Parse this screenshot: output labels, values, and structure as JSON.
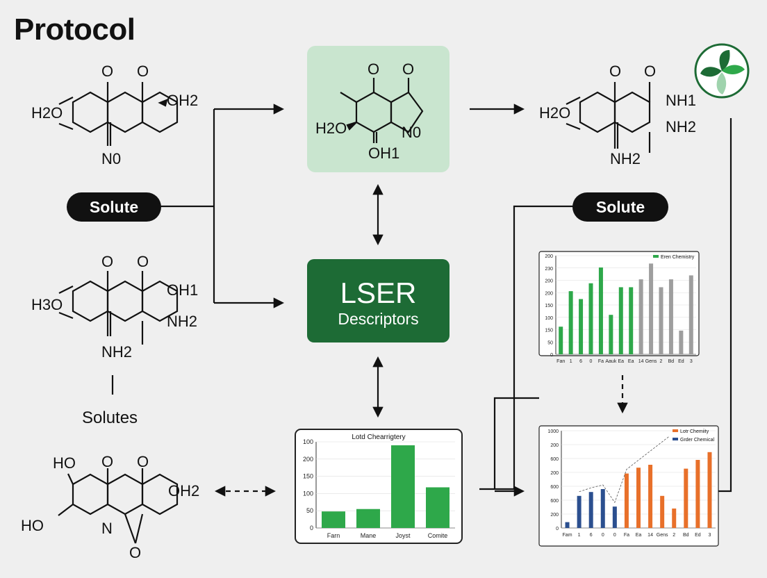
{
  "title": "Protocol",
  "pills": {
    "solute_left": "Solute",
    "solute_right": "Solute"
  },
  "solutes_label": "Solutes",
  "lser": {
    "line1": "LSER",
    "line2": "Descriptors"
  },
  "molecules": {
    "m1": {
      "o_left": "O",
      "o_right": "O",
      "oh": "OH2",
      "h2o": "H2O",
      "n": "N0"
    },
    "m2": {
      "o_a": "O",
      "o_b": "O",
      "h2o": "H2O",
      "n": "N0",
      "oh": "OH1"
    },
    "m3": {
      "o_left": "O",
      "o_right": "O",
      "h2o": "H2O",
      "nh_top": "NH1",
      "nh_bot": "NH2",
      "nh_low": "NH2"
    },
    "m4": {
      "o_left": "O",
      "o_right": "O",
      "h3o": "H3O",
      "oh": "OH1",
      "nh": "NH2",
      "nh_low": "NH2"
    },
    "m5": {
      "ho_top": "HO",
      "o_left": "O",
      "o_right": "O",
      "oh": "OH2",
      "ho_bot": "HO",
      "n": "N",
      "o_bot": "O"
    }
  },
  "colors": {
    "dark_green": "#1d6b35",
    "light_green": "#c9e5cf",
    "bar_green": "#2ea84a",
    "bar_gray": "#9e9e9e",
    "bar_blue": "#2b4f8f",
    "bar_orange": "#e8702a"
  },
  "icons": {
    "logo": "leaf-logo-icon"
  },
  "chart_data": [
    {
      "type": "bar",
      "title": "Lotd Chearrigtery",
      "categories": [
        "Farn",
        "Mane",
        "Joyst",
        "Comite"
      ],
      "values": [
        48,
        55,
        240,
        118
      ],
      "yticks": [
        "100",
        "200",
        "150",
        "100",
        "50",
        "0"
      ],
      "ylim": [
        0,
        250
      ],
      "color": "#2ea84a"
    },
    {
      "type": "bar",
      "legend": "Eren Chemistry",
      "legend_position": "top-right",
      "categories": [
        "Fan",
        "1",
        "6",
        "0",
        "Fa",
        "Aauk",
        "Ea",
        "Ea",
        "14",
        "Gens",
        "2",
        "Bd",
        "Ed",
        "3"
      ],
      "values": [
        70,
        160,
        140,
        180,
        220,
        100,
        170,
        170,
        190,
        230,
        170,
        190,
        60,
        200
      ],
      "bar_colors": [
        "#2ea84a",
        "#2ea84a",
        "#2ea84a",
        "#2ea84a",
        "#2ea84a",
        "#2ea84a",
        "#2ea84a",
        "#2ea84a",
        "#9e9e9e",
        "#9e9e9e",
        "#9e9e9e",
        "#9e9e9e",
        "#9e9e9e",
        "#9e9e9e"
      ],
      "yticks": [
        "200",
        "230",
        "200",
        "200",
        "150",
        "100",
        "150",
        "50",
        "0"
      ],
      "ylim": [
        0,
        250
      ]
    },
    {
      "type": "bar",
      "legend": [
        "Lotr Chemiity",
        "Grder Chemical"
      ],
      "legend_colors": [
        "#e8702a",
        "#2b4f8f"
      ],
      "legend_position": "top-right",
      "categories": [
        "Fam",
        "1",
        "6",
        "0",
        "0",
        "Fa",
        "Ea",
        "14",
        "Gens",
        "2",
        "Bd",
        "Ed",
        "3"
      ],
      "values": [
        60,
        330,
        370,
        400,
        220,
        560,
        620,
        650,
        330,
        200,
        610,
        700,
        780
      ],
      "bar_colors": [
        "#2b4f8f",
        "#2b4f8f",
        "#2b4f8f",
        "#2b4f8f",
        "#2b4f8f",
        "#e8702a",
        "#e8702a",
        "#e8702a",
        "#e8702a",
        "#e8702a",
        "#e8702a",
        "#e8702a",
        "#e8702a"
      ],
      "yticks": [
        "1000",
        "200",
        "600",
        "200",
        "600",
        "600",
        "200",
        "0"
      ],
      "ylim": [
        0,
        1000
      ]
    }
  ]
}
